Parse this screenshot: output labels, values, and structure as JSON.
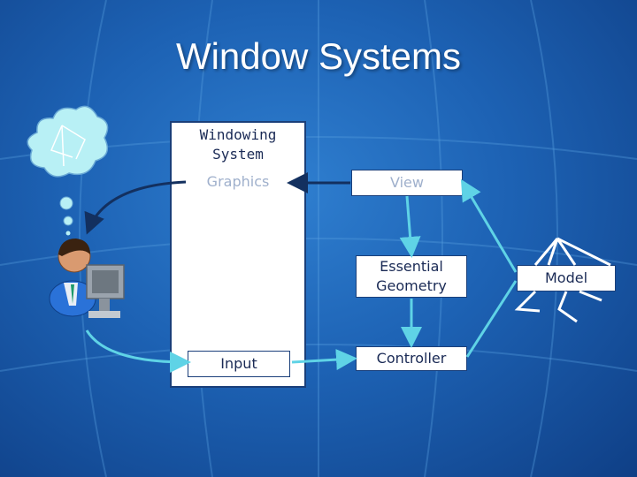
{
  "title": "Window Systems",
  "windowing_system_label": "Windowing System",
  "boxes": {
    "graphics": "Graphics",
    "view": "View",
    "essential_geometry": "Essential Geometry",
    "controller": "Controller",
    "input": "Input",
    "model": "Model"
  },
  "colors": {
    "arrow_cyan": "#5fd3e6",
    "arrow_dark": "#13305f",
    "thought_cloud": "#b8f0f5"
  }
}
